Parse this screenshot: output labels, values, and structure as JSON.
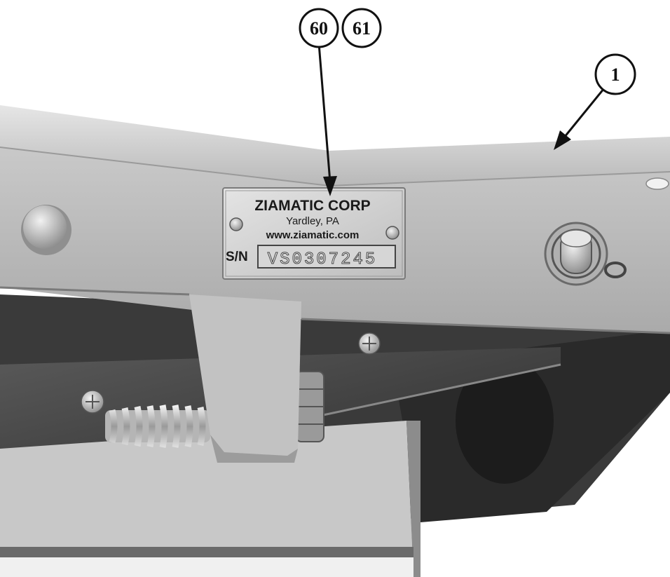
{
  "nameplate": {
    "company": "ZIAMATIC CORP",
    "location": "Yardley, PA",
    "website": "www.ziamatic.com",
    "serial_label": "S/N",
    "serial_number": "VS0307245"
  },
  "callouts": [
    {
      "id": "callout-60",
      "label": "60"
    },
    {
      "id": "callout-61",
      "label": "61"
    },
    {
      "id": "callout-1",
      "label": "1"
    }
  ]
}
